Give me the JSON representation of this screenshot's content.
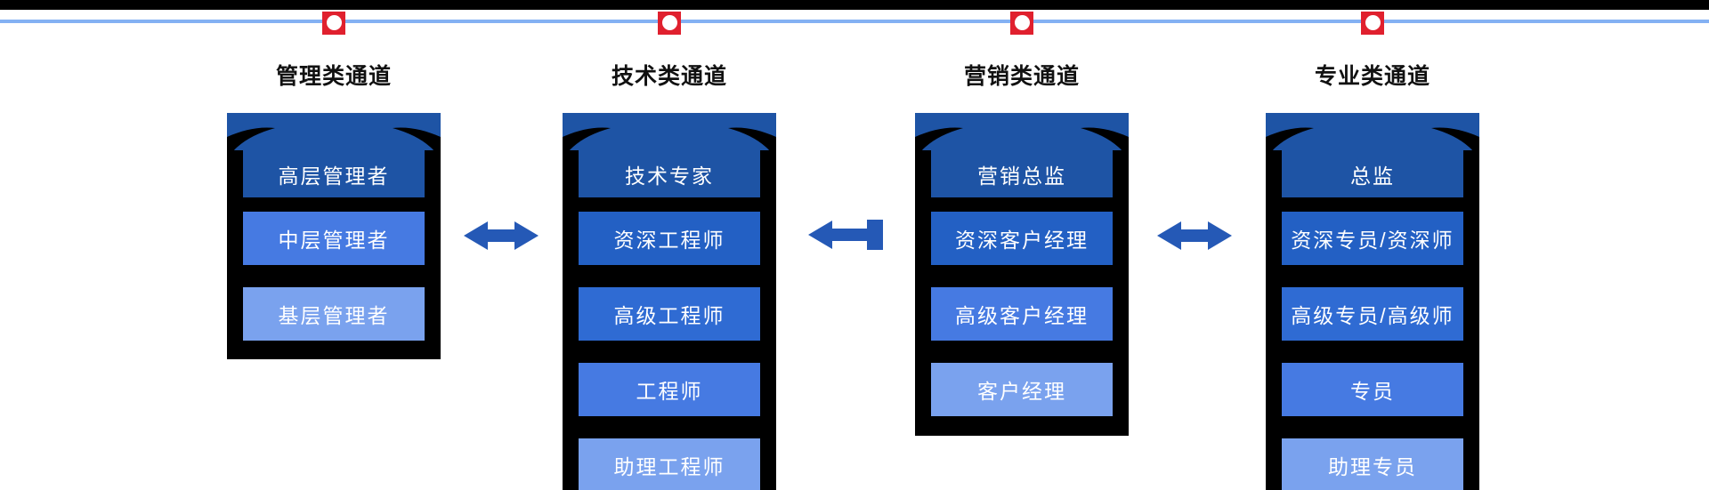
{
  "page": {
    "background": "#ffffff"
  },
  "top_bar": {
    "color": "#000000"
  },
  "timeline": {
    "line_color": "#84b1f3",
    "marker_color": "#e0202e",
    "marker_dot_color": "#ffffff",
    "marker_count": 4
  },
  "arrows": {
    "color": "#2559b6",
    "items": [
      {
        "between": "管理类通道-技术类通道",
        "direction": "both"
      },
      {
        "between": "技术类通道-营销类通道",
        "direction": "left"
      },
      {
        "between": "营销类通道-专业类通道",
        "direction": "both"
      }
    ]
  },
  "channels": [
    {
      "title": "管理类通道",
      "levels": [
        "高层管理者",
        "中层管理者",
        "基层管理者"
      ],
      "level_colors": [
        "#1e54a5",
        "#467ae2",
        "#7aa2ee"
      ]
    },
    {
      "title": "技术类通道",
      "levels": [
        "技术专家",
        "资深工程师",
        "高级工程师",
        "工程师",
        "助理工程师"
      ],
      "level_colors": [
        "#1e54a5",
        "#2360c4",
        "#2f6bd3",
        "#467ae2",
        "#7aa2ee"
      ]
    },
    {
      "title": "营销类通道",
      "levels": [
        "营销总监",
        "资深客户经理",
        "高级客户经理",
        "客户经理"
      ],
      "level_colors": [
        "#1e54a5",
        "#2360c4",
        "#467ae2",
        "#7aa2ee"
      ]
    },
    {
      "title": "专业类通道",
      "levels": [
        "总监",
        "资深专员/资深师",
        "高级专员/高级师",
        "专员",
        "助理专员"
      ],
      "level_colors": [
        "#1e54a5",
        "#2360c4",
        "#2f6bd3",
        "#467ae2",
        "#7aa2ee"
      ]
    }
  ]
}
